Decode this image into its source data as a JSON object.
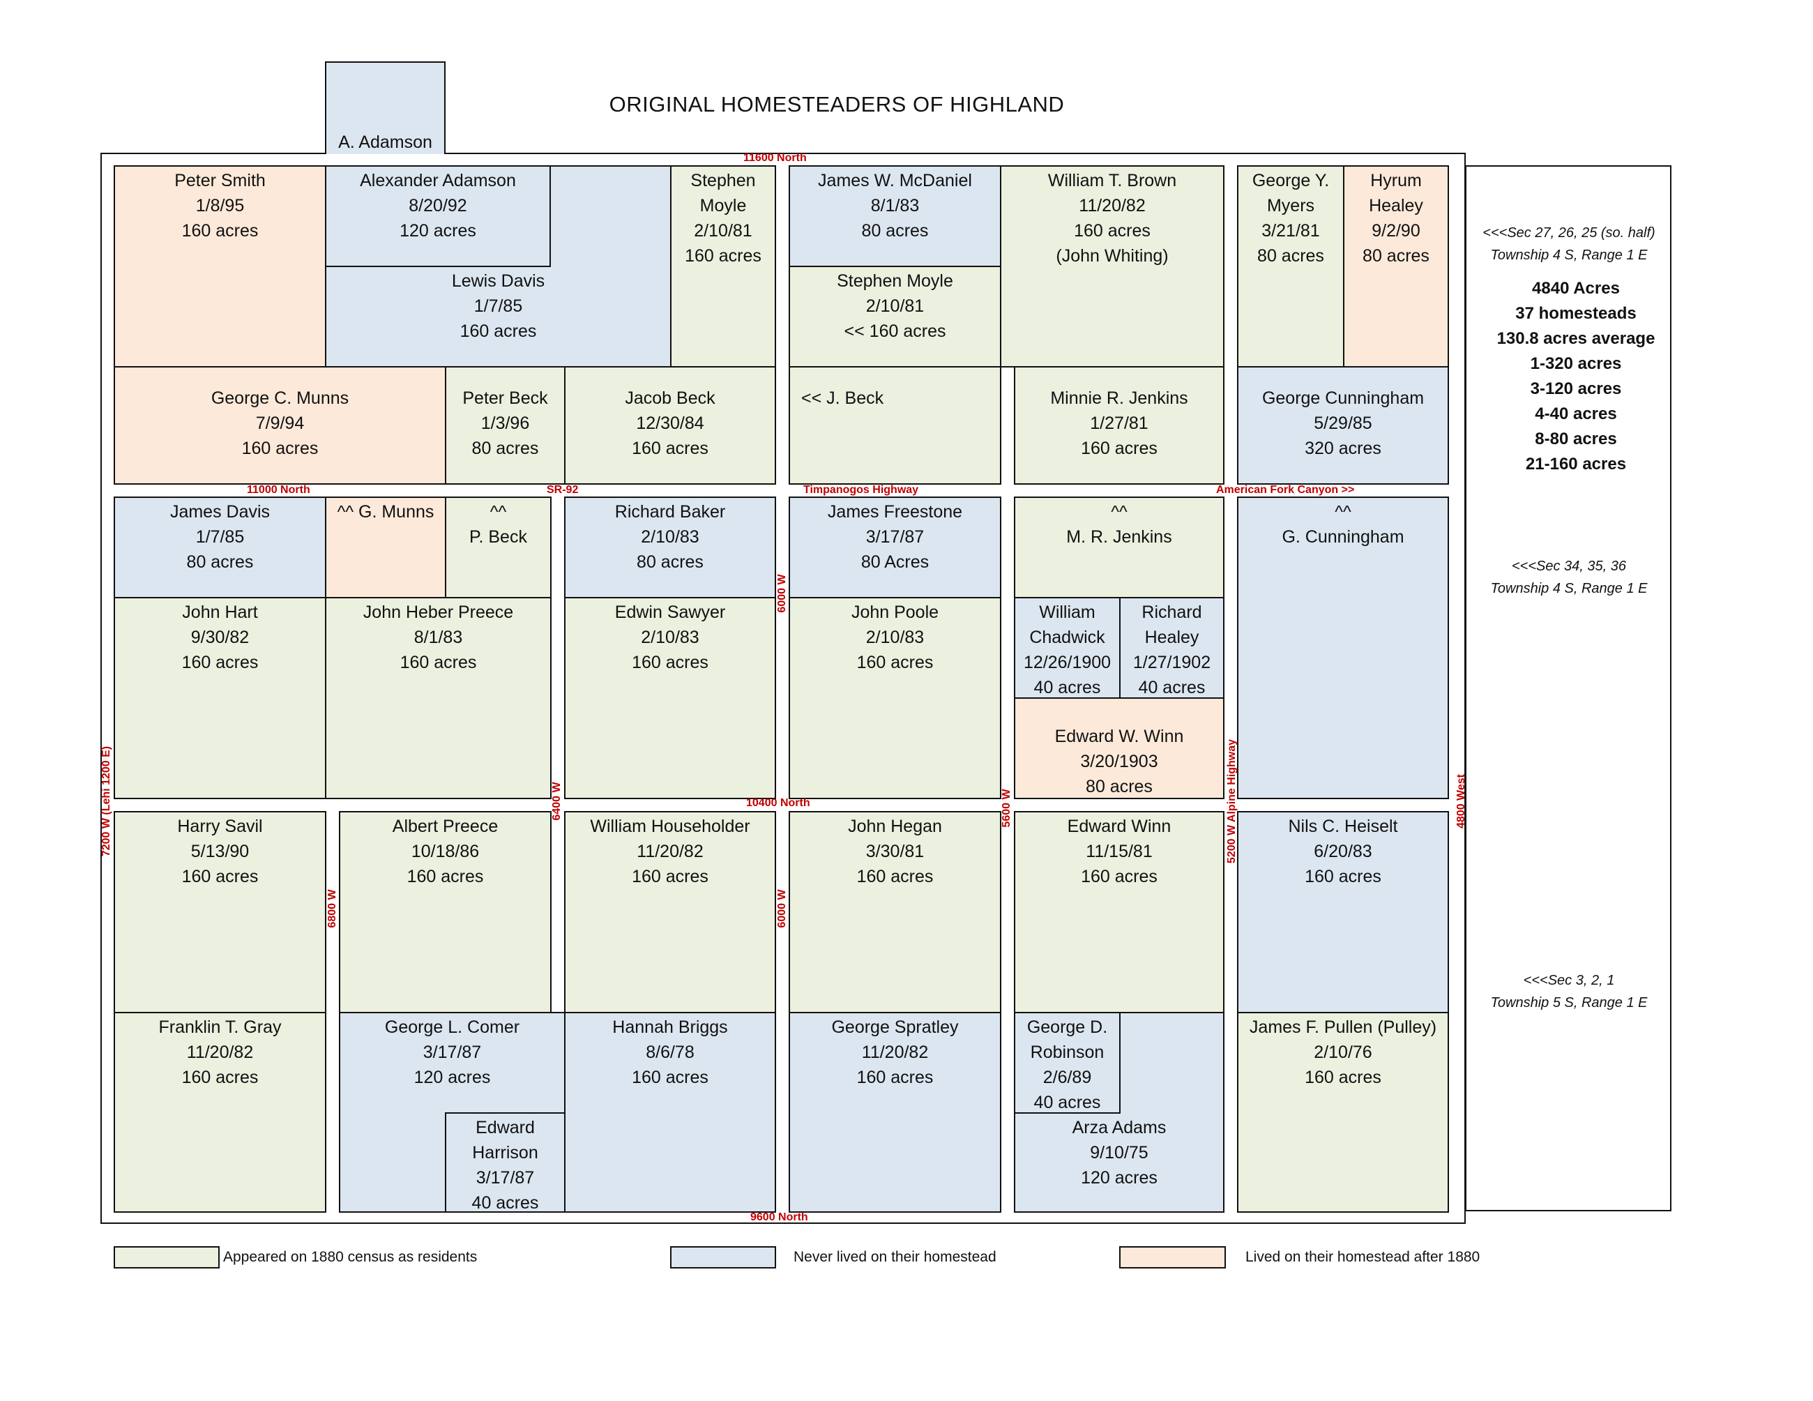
{
  "title": "ORIGINAL HOMESTEADERS OF HIGHLAND",
  "colors": {
    "census_1880_residents": "#ebf0df",
    "never_lived": "#dce6f1",
    "lived_after_1880": "#fde9da",
    "road_label": "#c00000"
  },
  "parcels": {
    "a_adamson": [
      "A. Adamson"
    ],
    "peter_smith": [
      "Peter Smith",
      "1/8/95",
      "160 acres"
    ],
    "alexander_adamson": [
      "Alexander Adamson",
      "8/20/92",
      "120 acres"
    ],
    "lewis_davis": [
      "Lewis Davis",
      "1/7/85",
      "160 acres"
    ],
    "stephen_moyle_1": [
      "Stephen",
      "Moyle",
      "2/10/81",
      "160 acres"
    ],
    "james_mcdaniel": [
      "James W. McDaniel",
      "8/1/83",
      "80 acres"
    ],
    "stephen_moyle_2": [
      "Stephen Moyle",
      "2/10/81",
      "<<    160 acres"
    ],
    "william_brown": [
      "William T. Brown",
      "11/20/82",
      "160 acres",
      "(John Whiting)"
    ],
    "george_myers": [
      "George Y.",
      "Myers",
      "3/21/81",
      "80 acres"
    ],
    "hyrum_healey": [
      "Hyrum",
      "Healey",
      "9/2/90",
      "80 acres"
    ],
    "george_munns": [
      "George C. Munns",
      "7/9/94",
      "160 acres"
    ],
    "peter_beck": [
      "Peter Beck",
      "1/3/96",
      "80 acres"
    ],
    "jacob_beck": [
      "Jacob Beck",
      "12/30/84",
      "160 acres"
    ],
    "j_beck": [
      "<<  J. Beck"
    ],
    "minnie_jenkins": [
      "Minnie R. Jenkins",
      "1/27/81",
      "160 acres"
    ],
    "george_cunningham": [
      "George Cunningham",
      "5/29/85",
      "320 acres"
    ],
    "james_davis": [
      "James Davis",
      "1/7/85",
      "80 acres"
    ],
    "g_munns_cont": [
      "^^ G. Munns"
    ],
    "p_beck_cont": [
      "^^",
      "P. Beck"
    ],
    "richard_baker": [
      "Richard Baker",
      "2/10/83",
      "80 acres"
    ],
    "james_freestone": [
      "James Freestone",
      "3/17/87",
      "80 Acres"
    ],
    "m_r_jenkins_cont": [
      "^^",
      "M. R. Jenkins"
    ],
    "g_cunningham_cont": [
      "^^",
      "G. Cunningham"
    ],
    "john_hart": [
      "John Hart",
      "9/30/82",
      "160 acres"
    ],
    "john_heber_preece": [
      "John Heber Preece",
      "8/1/83",
      "160 acres"
    ],
    "edwin_sawyer": [
      "Edwin Sawyer",
      "2/10/83",
      "160 acres"
    ],
    "john_poole": [
      "John Poole",
      "2/10/83",
      "160 acres"
    ],
    "william_chadwick": [
      "William",
      "Chadwick",
      "12/26/1900",
      "40 acres"
    ],
    "richard_healey": [
      "Richard",
      "Healey",
      "1/27/1902",
      "40 acres"
    ],
    "edward_w_winn": [
      "Edward W. Winn",
      "3/20/1903",
      "80 acres"
    ],
    "harry_savil": [
      "Harry Savil",
      "5/13/90",
      "160 acres"
    ],
    "albert_preece": [
      "Albert Preece",
      "10/18/86",
      "160 acres"
    ],
    "william_householder": [
      "William Householder",
      "11/20/82",
      "160 acres"
    ],
    "john_hegan": [
      "John Hegan",
      "3/30/81",
      "160 acres"
    ],
    "edward_winn": [
      "Edward Winn",
      "11/15/81",
      "160 acres"
    ],
    "nils_heiselt": [
      "Nils C. Heiselt",
      "6/20/83",
      "160 acres"
    ],
    "franklin_gray": [
      "Franklin T. Gray",
      "11/20/82",
      "160 acres"
    ],
    "george_comer": [
      "George L. Comer",
      "3/17/87",
      "120 acres"
    ],
    "edward_harrison": [
      "Edward",
      "Harrison",
      "3/17/87",
      "40 acres"
    ],
    "hannah_briggs": [
      "Hannah Briggs",
      "8/6/78",
      "160 acres"
    ],
    "george_spratley": [
      "George Spratley",
      "11/20/82",
      "160 acres"
    ],
    "george_robinson": [
      "George D.",
      "Robinson",
      "2/6/89",
      "40 acres"
    ],
    "arza_adams": [
      "Arza Adams",
      "9/10/75",
      "120 acres"
    ],
    "james_pullen": [
      "James F. Pullen (Pulley)",
      "2/10/76",
      "160 acres"
    ]
  },
  "roads": {
    "north_11600": "11600 North",
    "north_11000": "11000 North",
    "sr92": "SR-92",
    "timpanogos": "Timpanogos Highway",
    "american_fork": "American Fork Canyon    >>",
    "north_10400": "10400 North",
    "north_9600": "9600 North",
    "w7200": "7200 W (Lehi 1200 E)",
    "w6800": "6800 W",
    "w6400": "6400 W",
    "w6000_upper": "6000 W",
    "w6000_lower": "6000 W",
    "w5600": "5600 W",
    "w5200": "5200 W Alpine Highway",
    "w4800": "4800 West"
  },
  "sections": {
    "top": [
      "<<<Sec 27, 26, 25 (so. half)",
      "Township 4 S, Range 1 E"
    ],
    "middle": [
      "<<<Sec 34, 35, 36",
      "Township 4 S, Range 1 E"
    ],
    "bottom": [
      "<<<Sec 3, 2, 1",
      "Township 5 S, Range 1 E"
    ]
  },
  "stats": [
    "4840 Acres",
    "37 homesteads",
    "130.8 acres average",
    "1-320 acres",
    "3-120 acres",
    "4-40 acres",
    "8-80 acres",
    "21-160 acres"
  ],
  "legend": {
    "green": "Appeared on 1880 census as residents",
    "blue": "Never lived on their homestead",
    "orange": "Lived on their homestead after 1880"
  }
}
